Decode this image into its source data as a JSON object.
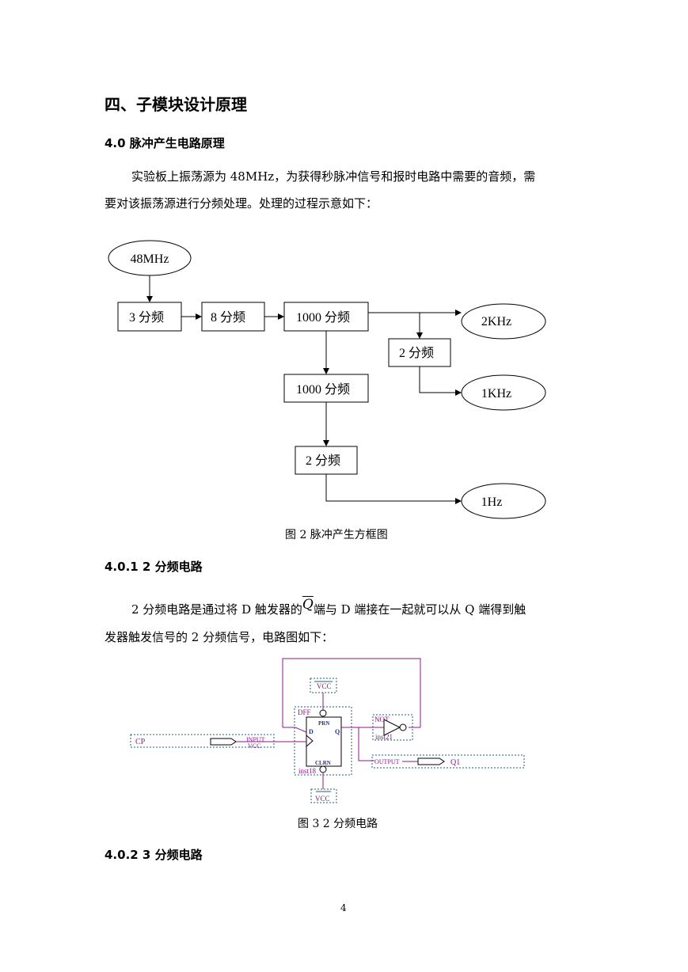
{
  "section_title": "四、子模块设计原理",
  "sub_4_0": {
    "title": "4.0  脉冲产生电路原理",
    "para_line1": "实验板上振荡源为 48MHz，为获得秒脉冲信号和报时电路中需要的音频，需",
    "para_line2": "要对该振荡源进行分频处理。处理的过程示意如下："
  },
  "block_diagram": {
    "source": "48MHz",
    "div3": "3 分频",
    "div8": "8 分频",
    "div1000a": "1000 分频",
    "div2a": "2 分频",
    "div1000b": "1000 分频",
    "div2b": "2 分频",
    "out_2khz": "2KHz",
    "out_1khz": "1KHz",
    "out_1hz": "1Hz",
    "caption": "图 2   脉冲产生方框图"
  },
  "sub_4_0_1": {
    "title": "4.0.1  2 分频电路",
    "para_line1_a": "2 分频电路是通过将 D 触发器的",
    "q_bar": "Q",
    "para_line1_b": "端与 D 端接在一起就可以从 Q 端得到触",
    "para_line2": "发器触发信号的 2 分频信号，电路图如下："
  },
  "circuit": {
    "vcc_top": "VCC",
    "vcc_bottom": "VCC",
    "dff": "DFF",
    "prn": "PRN",
    "clrn": "CLRN",
    "d_pin": "D",
    "q_pin": "Q",
    "inst_dff": "inst18",
    "not_gate": "NOT",
    "inst_not": "inst21",
    "input_label": "INPUT",
    "input_vcc": "VCC",
    "cp": "CP",
    "output_label": "OUTPUT",
    "q1": "Q1",
    "caption": "图 3   2 分频电路"
  },
  "sub_4_0_2": {
    "title": "4.0.2  3 分频电路"
  },
  "page_number": "4"
}
